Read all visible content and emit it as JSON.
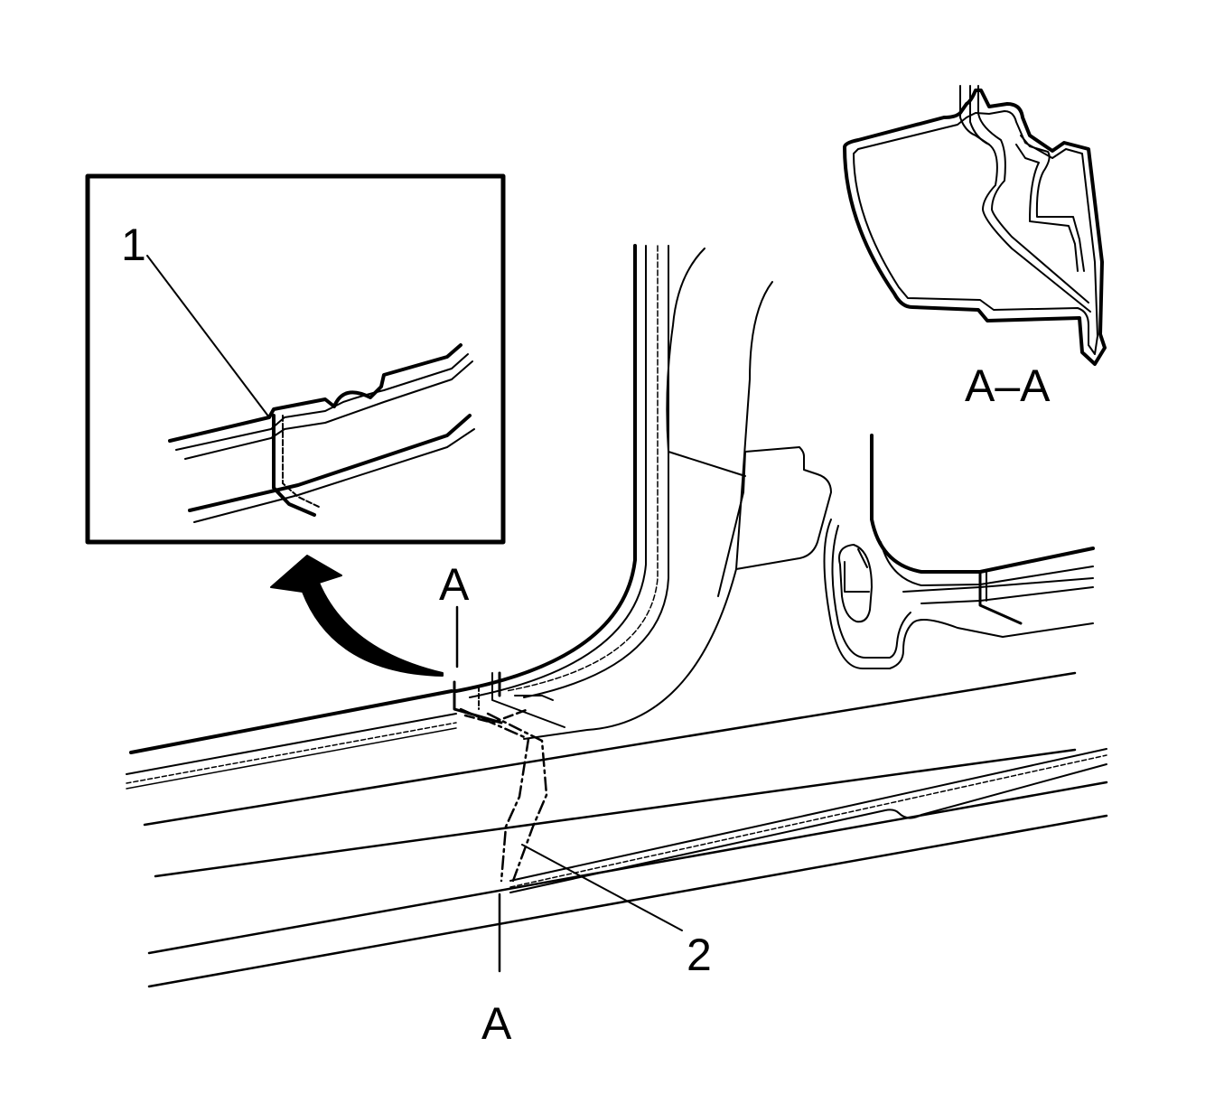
{
  "callouts": {
    "one": "1",
    "two": "2"
  },
  "section": {
    "marker_top": "A",
    "marker_bottom": "A",
    "view_title": "A–A"
  },
  "colors": {
    "ink": "#000000",
    "paper": "#ffffff"
  }
}
